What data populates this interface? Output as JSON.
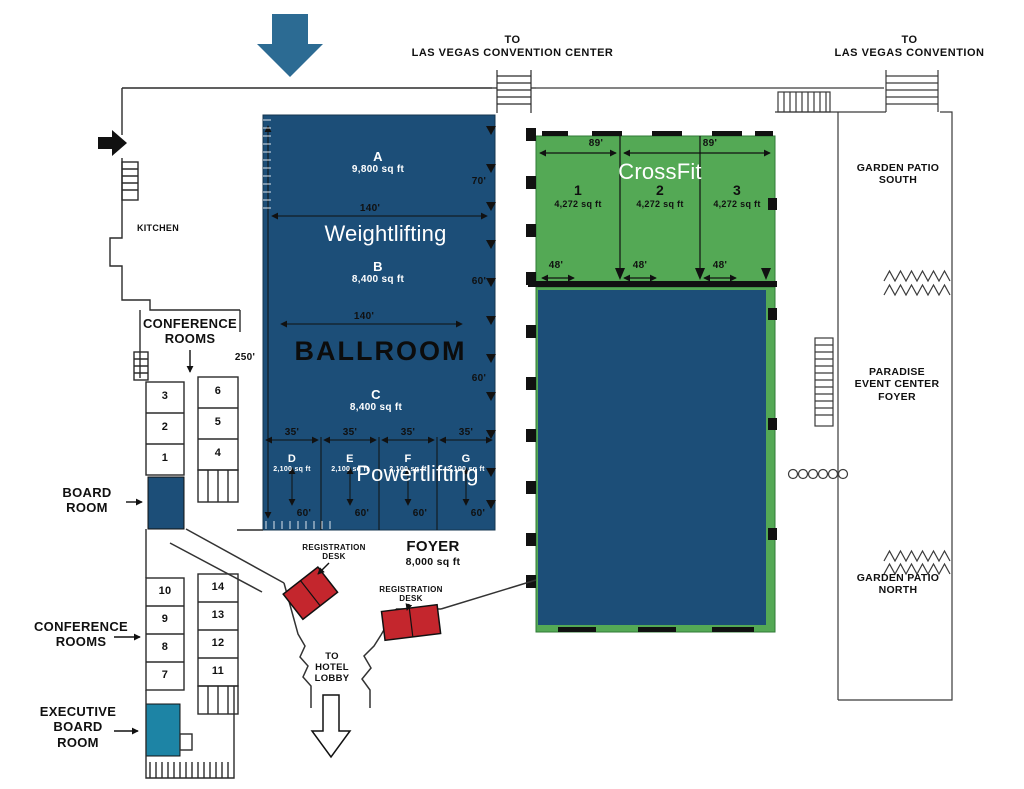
{
  "colors": {
    "ballroom_blue": "#1C4E78",
    "crossfit_green": "#54A955",
    "registration_red": "#C4262D",
    "executive_teal": "#1D84A5",
    "entrance_arrow_blue": "#2C6B93",
    "line_black": "#1A1A1A"
  },
  "top": {
    "to_lvcc_center": {
      "line1": "TO",
      "line2": "LAS VEGAS CONVENTION CENTER"
    },
    "to_lvcc_right": {
      "line1": "TO",
      "line2": "LAS VEGAS CONVENTION"
    }
  },
  "ballroom": {
    "title": "BALLROOM",
    "overlays": {
      "weightlifting": "Weightlifting",
      "powerlifting": "Powertlifting"
    },
    "sections": {
      "a": {
        "label": "A",
        "area": "9,800 sq ft"
      },
      "b": {
        "label": "B",
        "area": "8,400 sq ft"
      },
      "c": {
        "label": "C",
        "area": "8,400 sq ft"
      },
      "d": {
        "label": "D",
        "area": "2,100 sq ft"
      },
      "e": {
        "label": "E",
        "area": "2,100 sq ft"
      },
      "f": {
        "label": "F",
        "area": "2,100 sq ft"
      },
      "g": {
        "label": "G",
        "area": "2,100 sq ft"
      }
    },
    "dims": {
      "width_upper": "140'",
      "width_mid": "140'",
      "depth": "250'",
      "right_top": "70'",
      "right_mid": "60'",
      "right_lower": "60'",
      "bay_width": "35'",
      "bay_depth": "60'"
    }
  },
  "crossfit": {
    "overlay": "CrossFit",
    "sections": [
      {
        "label": "1",
        "area": "4,272 sq ft"
      },
      {
        "label": "2",
        "area": "4,272 sq ft"
      },
      {
        "label": "3",
        "area": "4,272 sq ft"
      }
    ],
    "dims": {
      "top_left": "89'",
      "top_right": "89'",
      "bay": "48'"
    }
  },
  "right_wing": {
    "garden_patio_south": {
      "line1": "GARDEN PATIO",
      "line2": "SOUTH"
    },
    "paradise_foyer": {
      "line1": "PARADISE",
      "line2": "EVENT CENTER",
      "line3": "FOYER"
    },
    "garden_patio_north": {
      "line1": "GARDEN PATIO",
      "line2": "NORTH"
    }
  },
  "left_wing": {
    "kitchen": "KITCHEN",
    "conference_upper": {
      "line1": "CONFERENCE",
      "line2": "ROOMS",
      "rooms_left": [
        "3",
        "2",
        "1"
      ],
      "rooms_right": [
        "6",
        "5",
        "4"
      ]
    },
    "board_room": {
      "line1": "BOARD",
      "line2": "ROOM"
    },
    "conference_lower": {
      "line1": "CONFERENCE",
      "line2": "ROOMS",
      "rooms_left": [
        "10",
        "9",
        "8",
        "7"
      ],
      "rooms_right": [
        "14",
        "13",
        "12",
        "11"
      ]
    },
    "executive_board_room": {
      "line1": "EXECUTIVE",
      "line2": "BOARD",
      "line3": "ROOM"
    }
  },
  "foyer": {
    "title": "FOYER",
    "area": "8,000 sq ft",
    "registration_desk_1": {
      "line1": "REGISTRATION",
      "line2": "DESK"
    },
    "registration_desk_2": {
      "line1": "REGISTRATION",
      "line2": "DESK"
    },
    "to_hotel_lobby": {
      "line1": "TO",
      "line2": "HOTEL",
      "line3": "LOBBY"
    }
  }
}
